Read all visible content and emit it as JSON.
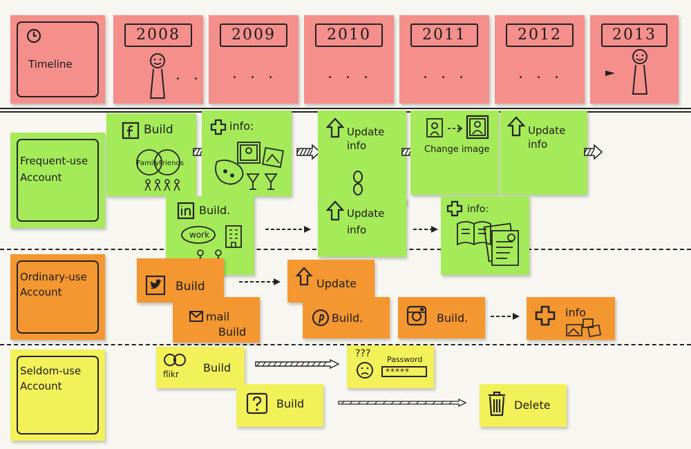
{
  "timeline": {
    "title": "Timeline",
    "years": [
      "2008",
      "2009",
      "2010",
      "2011",
      "2012",
      "2013"
    ],
    "dots": ". . .",
    "dots_2008": ". ."
  },
  "categories": {
    "frequent": {
      "line1": "Frequent-use",
      "line2": "Account"
    },
    "ordinary": {
      "line1": "Ordinary-use",
      "line2": "Account"
    },
    "seldom": {
      "line1": "Seldom-use",
      "line2": "Account"
    }
  },
  "frequent": {
    "facebook_build": "Build",
    "family": "Family",
    "friends": "Friends",
    "info_add": "info:",
    "update_info_2010_a": "Update",
    "update_info_2010_b": "info",
    "change_image": "Change image",
    "update_info_2012_a": "Update",
    "update_info_2012_b": "info",
    "linkedin_build": "Build.",
    "work": "work",
    "update_info_2010c_a": "Update",
    "update_info_2010c_b": "info",
    "info_add_2011": "info:"
  },
  "ordinary": {
    "twitter_build": "Build",
    "gmail_a": "mail",
    "gmail_b": "Build",
    "update": "Update",
    "pinterest_build": "Build.",
    "instagram_build": "Build.",
    "info_add": "info"
  },
  "seldom": {
    "flickr": "flikr",
    "flickr_build": "Build",
    "password_label": "Password",
    "password_stars": "*****",
    "question_marks": "???",
    "unknown_build": "Build",
    "delete": "Delete"
  },
  "colors": {
    "timeline": "#f58f8c",
    "frequent": "#a5ea59",
    "ordinary": "#f49730",
    "seldom": "#f2f159"
  }
}
